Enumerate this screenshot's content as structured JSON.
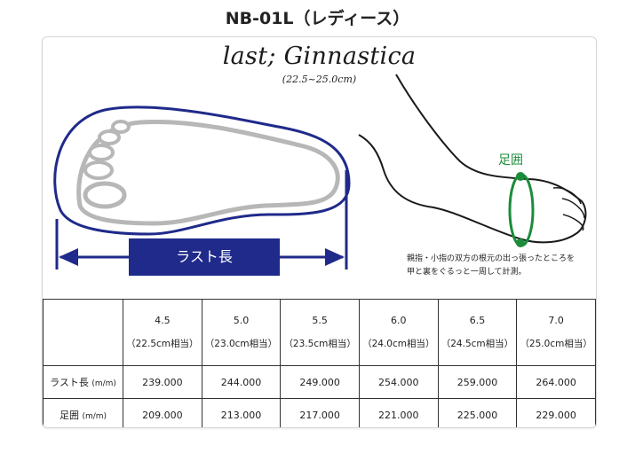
{
  "page_title": "NB-01L（レディース）",
  "last": {
    "title": "last; Ginnastica",
    "range": "(22.5~25.0cm)"
  },
  "labels": {
    "last_length": "ラスト長",
    "ankle": "足囲",
    "note_line1": "親指・小指の双方の根元の出っ張ったところを",
    "note_line2": "甲と裏をぐるっと一周して計測。"
  },
  "colors": {
    "last_blue": "#1f2a8a",
    "ankle_green": "#1a8c3a"
  },
  "table": {
    "sizes": [
      {
        "size": "4.5",
        "cm": "（22.5cm相当）"
      },
      {
        "size": "5.0",
        "cm": "（23.0cm相当）"
      },
      {
        "size": "5.5",
        "cm": "（23.5cm相当）"
      },
      {
        "size": "6.0",
        "cm": "（24.0cm相当）"
      },
      {
        "size": "6.5",
        "cm": "（24.5cm相当）"
      },
      {
        "size": "7.0",
        "cm": "（25.0cm相当）"
      }
    ],
    "last_row": {
      "label": "ラスト長",
      "unit": "(m/m)",
      "values": [
        "239.000",
        "244.000",
        "249.000",
        "254.000",
        "259.000",
        "264.000"
      ]
    },
    "ankle_row": {
      "label": "足囲",
      "unit": "(m/m)",
      "values": [
        "209.000",
        "213.000",
        "217.000",
        "221.000",
        "225.000",
        "229.000"
      ]
    }
  }
}
